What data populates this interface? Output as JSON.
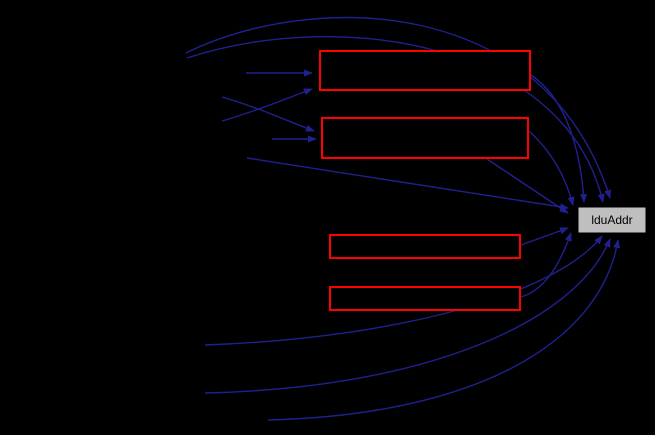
{
  "diagram": {
    "type": "dependency-graph",
    "background_color": "#000000",
    "edge_color": "#202090",
    "node_border_color": "#ff0000",
    "current_node": {
      "label": "lduAddr",
      "fill_color": "#bfbfbf",
      "text_color": "#000000"
    },
    "linked_node_count": 4
  }
}
